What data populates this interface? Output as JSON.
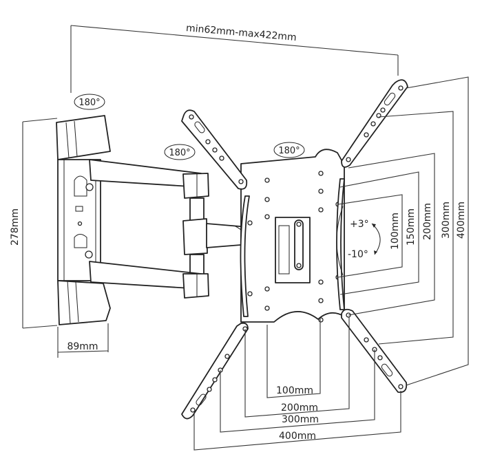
{
  "diagram": {
    "title": "Full-motion TV wall mount dimension drawing",
    "depth_range": "min62mm-max422mm",
    "wall_plate_height": "278mm",
    "wall_plate_width": "89mm",
    "swivel_labels": [
      "180°",
      "180°",
      "180°"
    ],
    "tilt": {
      "up": "+3°",
      "down": "-10°"
    },
    "vesa_vertical": [
      "100mm",
      "150mm",
      "200mm",
      "300mm",
      "400mm"
    ],
    "vesa_horizontal": [
      "100mm",
      "200mm",
      "300mm",
      "400mm"
    ],
    "line_color": "#222222",
    "background": "#ffffff"
  }
}
